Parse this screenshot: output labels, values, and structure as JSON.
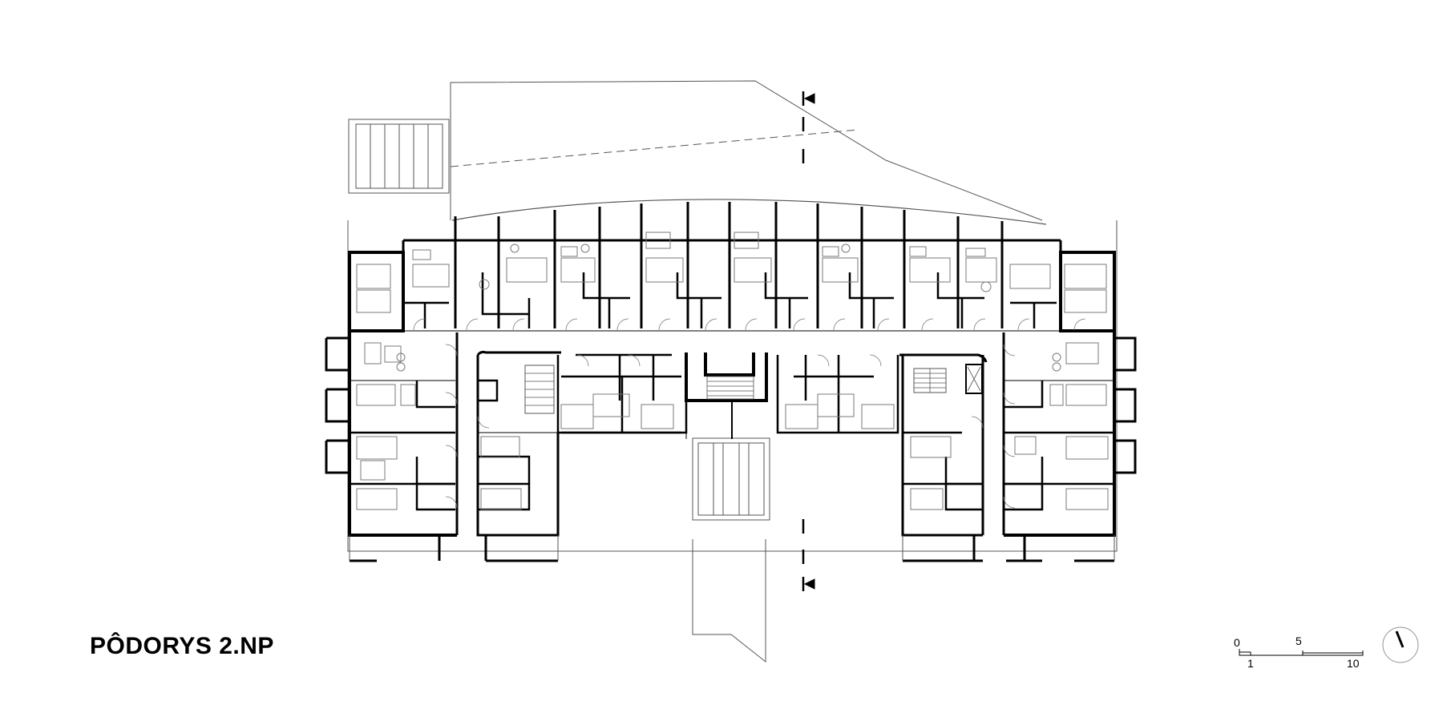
{
  "title": "PÔDORYS 2.NP",
  "scale_bar": {
    "labels_top": [
      "0",
      "5"
    ],
    "labels_bottom": [
      "1",
      "10"
    ]
  },
  "icons": {
    "north_arrow": "north-arrow-icon",
    "section_marker": "section-cut-marker-icon"
  },
  "colors": {
    "wall": "#000000",
    "furniture": "#7a7a7a",
    "background": "#ffffff"
  }
}
